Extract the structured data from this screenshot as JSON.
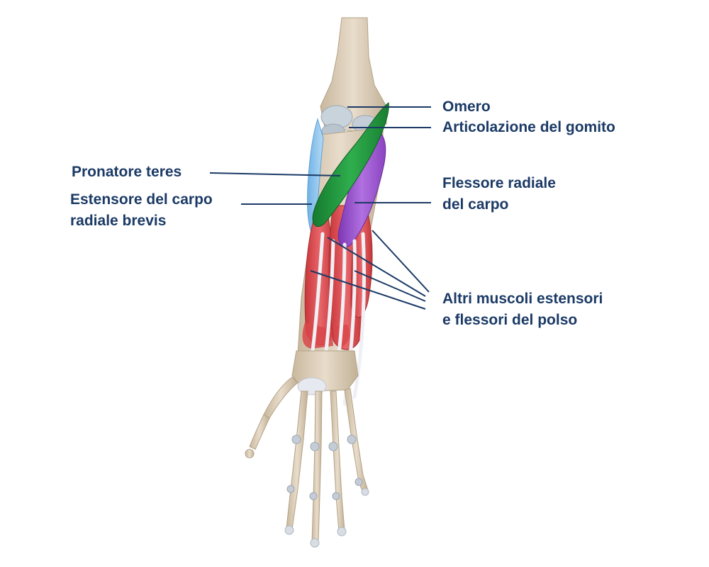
{
  "labels": {
    "omero": "Omero",
    "articolazione": "Articolazione del gomito",
    "pronatore": "Pronatore teres",
    "estensore_l1": "Estensore del carpo",
    "estensore_l2": "radiale brevis",
    "flessore_l1": "Flessore radiale",
    "flessore_l2": "del carpo",
    "altri_l1": "Altri muscoli estensori",
    "altri_l2": "e flessori del polso"
  },
  "colors": {
    "label_text": "#1b3a66",
    "leader_line": "#1b3a66",
    "bone": "#ddd1bd",
    "pronator_teres": "#1e8f3a",
    "flexor_carpi_radialis": "#9b4fc9",
    "extensor_carpi_radialis_brevis": "#8cc4ee",
    "other_muscles": "#d9474a",
    "tendon": "#eef0f5"
  }
}
